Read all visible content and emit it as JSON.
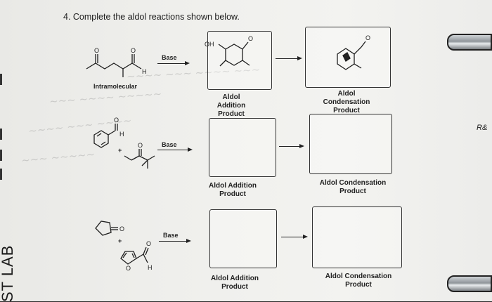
{
  "worksheet": {
    "title": "4.  Complete the aldol reactions shown below.",
    "side_label": "ST LAB",
    "margin_note": "R&"
  },
  "reactions": [
    {
      "id": "r1",
      "reagent": "Base",
      "reactant_note": "Intramolecular",
      "addition_label": "Aldol Addition Product",
      "condensation_label": "Aldol Condensation Product",
      "atom_labels": {
        "o1": "O",
        "o2": "O",
        "h": "H",
        "oh": "OH",
        "o3": "O",
        "o4": "O"
      }
    },
    {
      "id": "r2",
      "reagent": "Base",
      "addition_label": "Aldol Addition Product",
      "condensation_label": "Aldol Condensation Product",
      "atom_labels": {
        "o1": "O",
        "h": "H",
        "plus": "+",
        "o2": "O"
      }
    },
    {
      "id": "r3",
      "reagent": "Base",
      "addition_label": "Aldol Addition Product",
      "condensation_label": "Aldol Condensation Product",
      "atom_labels": {
        "o1": "O",
        "plus": "+",
        "o2": "O",
        "o3": "O",
        "h": "H"
      }
    }
  ]
}
